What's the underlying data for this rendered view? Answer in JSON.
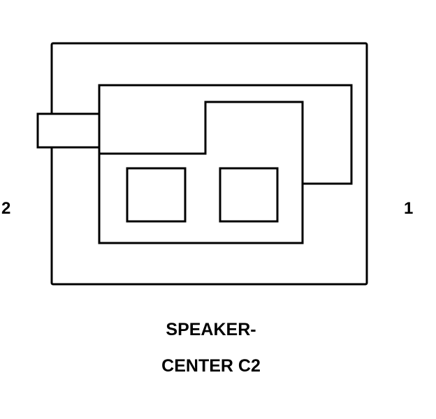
{
  "diagram": {
    "pins": {
      "left_label": "2",
      "right_label": "1"
    },
    "caption": {
      "line1": "SPEAKER-",
      "line2": "CENTER C2"
    },
    "colors": {
      "stroke": "#000000",
      "background": "#ffffff"
    }
  }
}
